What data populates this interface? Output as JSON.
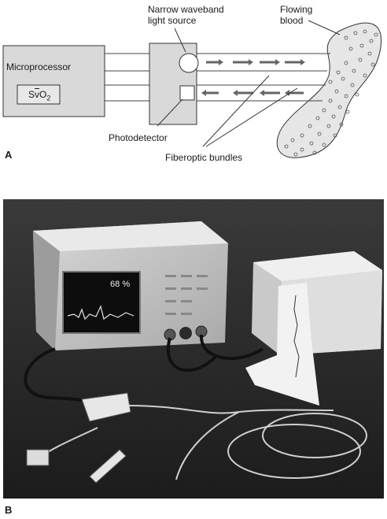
{
  "figure": {
    "panel_a": {
      "letter": "A",
      "microprocessor_label": "Microprocessor",
      "svo2_prefix": "S",
      "svo2_v": "v",
      "svo2_o": "O",
      "svo2_sub": "2",
      "light_source_label_line1": "Narrow waveband",
      "light_source_label_line2": "light source",
      "photodetector_label": "Photodetector",
      "fiberoptic_label": "Fiberoptic bundles",
      "blood_label_line1": "Flowing",
      "blood_label_line2": "blood"
    },
    "panel_b": {
      "letter": "B",
      "monitor_readout": "68",
      "monitor_unit": "%"
    }
  }
}
